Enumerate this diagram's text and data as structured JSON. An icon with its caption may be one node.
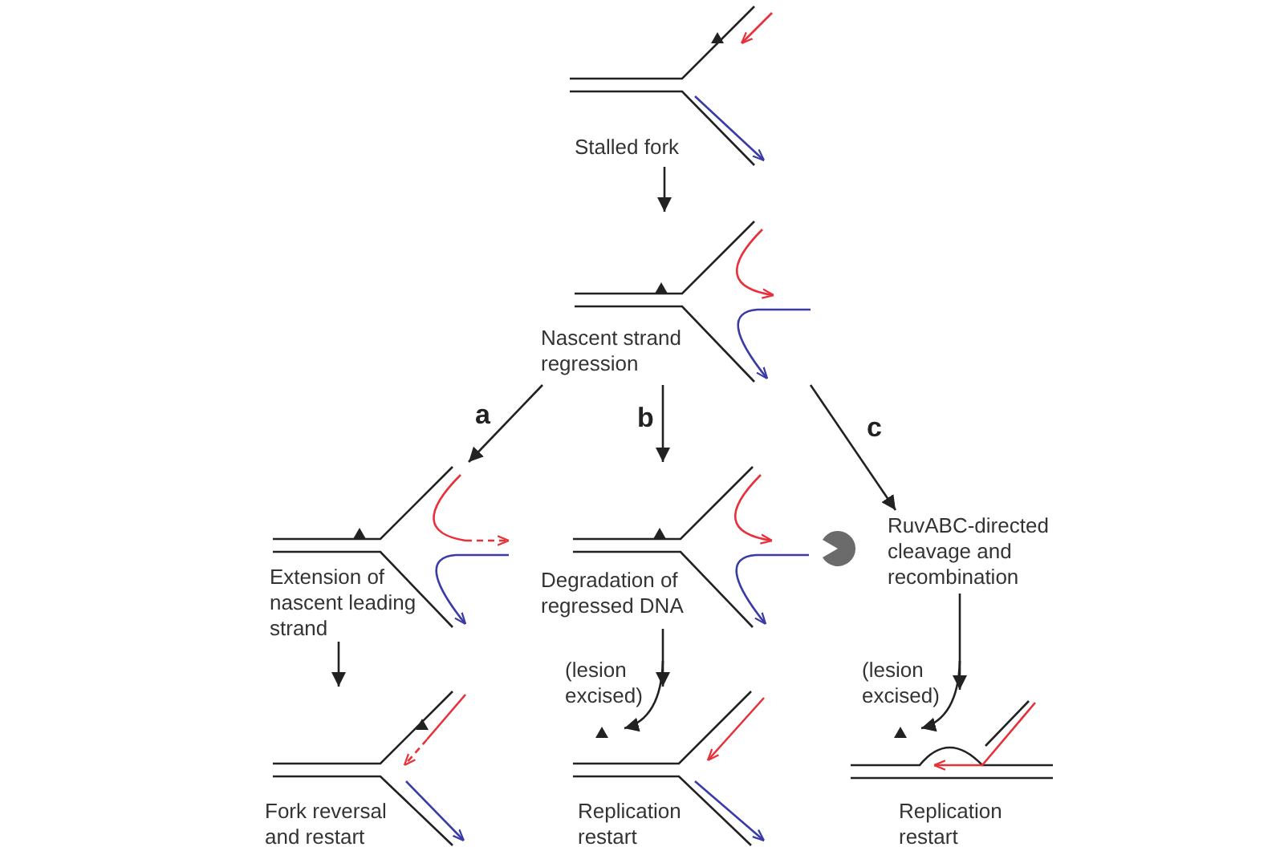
{
  "diagram": {
    "nodes": [
      {
        "text": [
          "Stalled fork"
        ]
      },
      {
        "text": [
          "Nascent strand regression"
        ]
      },
      {
        "text": [
          "Extension of nascent leading strand"
        ]
      },
      {
        "text": [
          "Degradation of regressed DNA"
        ]
      },
      {
        "text": [
          "RuvABC-directed cleavage and recombination"
        ]
      },
      {
        "text": [
          "Fork reversal and restart"
        ]
      },
      {
        "text": [
          "Replication restart"
        ]
      },
      {
        "text": [
          "Replication restart"
        ]
      }
    ],
    "edges": [
      {
        "from": 0,
        "to": 1,
        "arrow": "to"
      },
      {
        "from": 1,
        "to": 2,
        "arrow": "to",
        "label": "a"
      },
      {
        "from": 1,
        "to": 3,
        "arrow": "to",
        "label": "b"
      },
      {
        "from": 1,
        "to": 4,
        "arrow": "to",
        "label": "c"
      },
      {
        "from": 2,
        "to": 5,
        "arrow": "to"
      },
      {
        "from": 3,
        "to": 6,
        "arrow": "to"
      },
      {
        "from": 4,
        "to": 7,
        "arrow": "to"
      }
    ],
    "labels": [
      "(lesion excised)",
      "(lesion excised)"
    ]
  }
}
